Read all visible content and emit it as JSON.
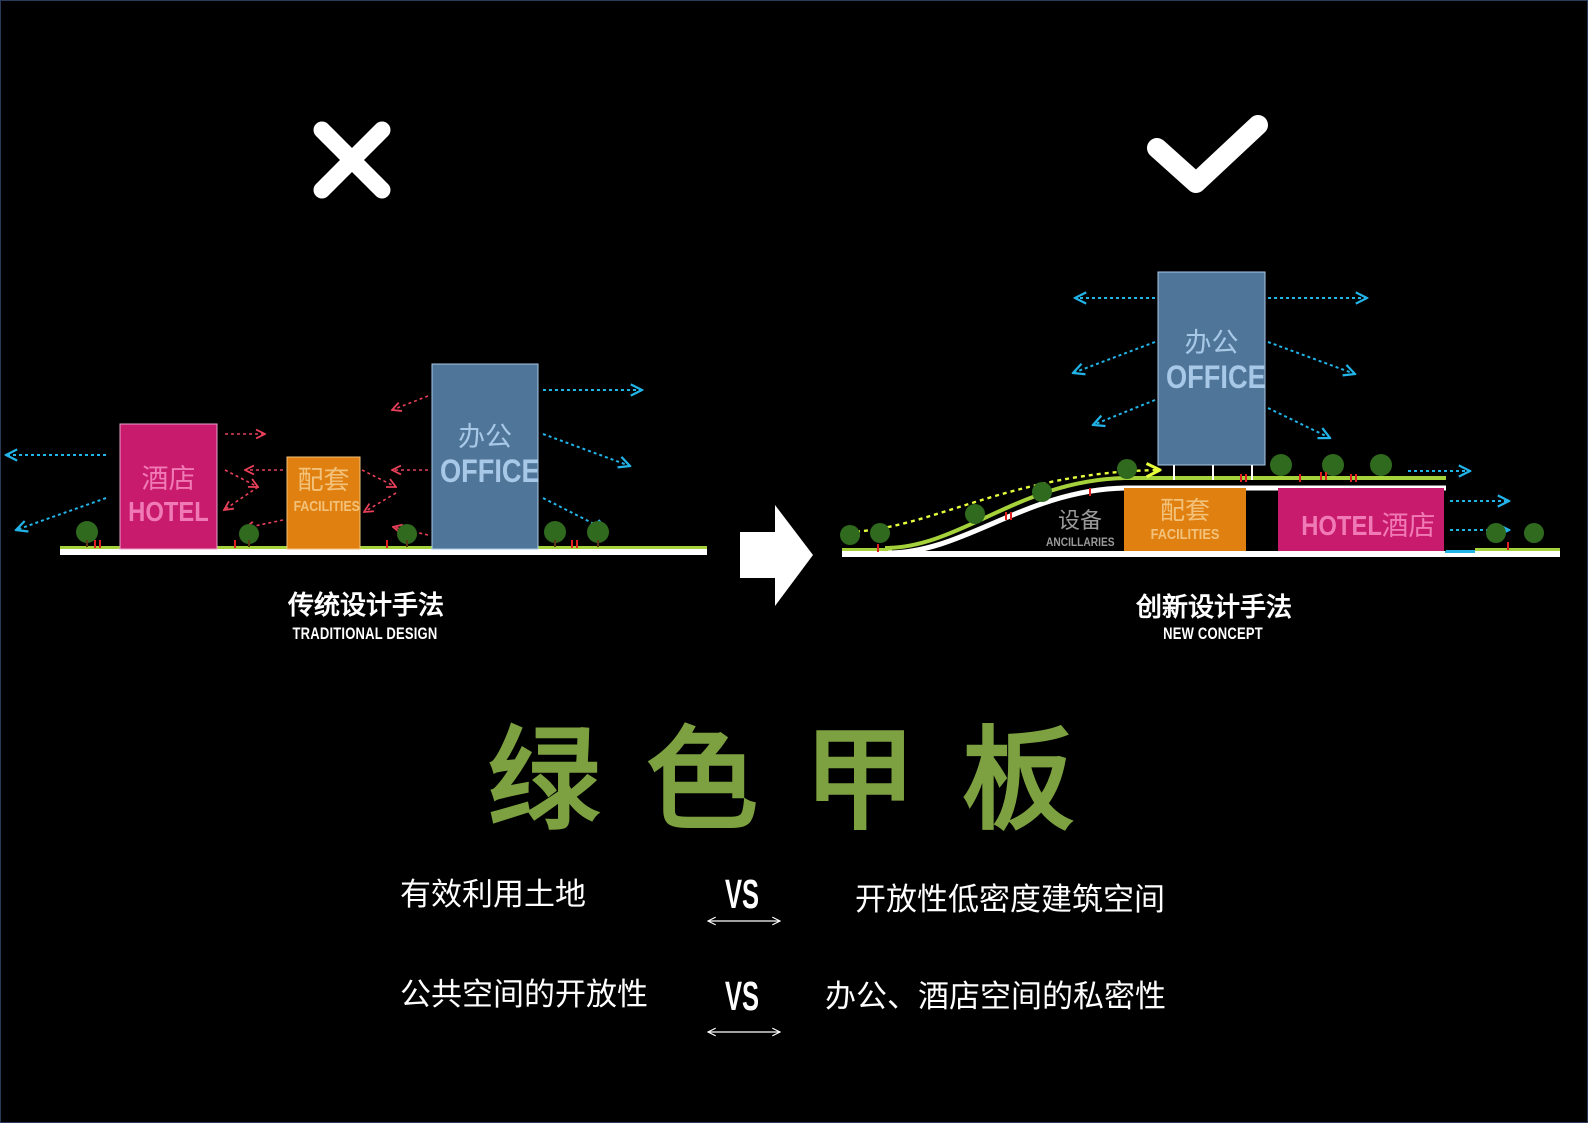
{
  "slide": {
    "background": "#000000",
    "colors": {
      "hotel": "#c91b6e",
      "facilities": "#e08010",
      "office": "#4f7699",
      "office_text": "#a8c8e8",
      "hotel_text": "#f07ab5",
      "fac_text": "#f3c27a",
      "title_green": "#7da140",
      "deck_green": "#a5d23a",
      "arrow_blue": "#22b4e8",
      "arrow_red": "#e8405a",
      "tree": "#2f6a1e"
    }
  },
  "traditional": {
    "mark_icon": "cross-icon",
    "hotel_zh": "酒店",
    "hotel_en": "HOTEL",
    "facilities_zh": "配套",
    "facilities_en": "FACILITIES",
    "office_zh": "办公",
    "office_en": "OFFICE",
    "caption_zh": "传统设计手法",
    "caption_en": "TRADITIONAL DESIGN"
  },
  "transition_icon": "right-arrow-icon",
  "new_concept": {
    "mark_icon": "check-icon",
    "office_zh": "办公",
    "office_en": "OFFICE",
    "ancillaries_zh": "设备",
    "ancillaries_en": "ANCILLARIES",
    "facilities_zh": "配套",
    "facilities_en": "FACILITIES",
    "hotel_en": "HOTEL",
    "hotel_zh": "酒店",
    "caption_zh": "创新设计手法",
    "caption_en": "NEW CONCEPT"
  },
  "title": "绿色甲板",
  "comparisons": [
    {
      "left": "有效利用土地",
      "vs": "VS",
      "right": "开放性低密度建筑空间"
    },
    {
      "left": "公共空间的开放性",
      "vs": "VS",
      "right": "办公、酒店空间的私密性"
    }
  ]
}
